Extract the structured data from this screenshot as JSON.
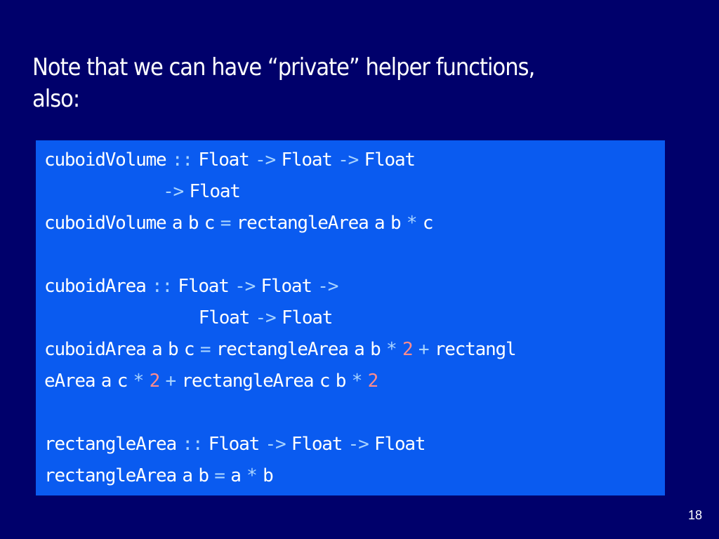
{
  "slide": {
    "title_lines": [
      "Note that we can have “private” helper functions,",
      "also:"
    ],
    "page_number": "18"
  },
  "code": {
    "lines": [
      [
        [
          "id",
          "cuboidVolume"
        ],
        [
          "sp",
          " "
        ],
        [
          "op",
          "::"
        ],
        [
          "sp",
          " "
        ],
        [
          "id",
          "Float"
        ],
        [
          "sp",
          " "
        ],
        [
          "op",
          "->"
        ],
        [
          "sp",
          " "
        ],
        [
          "id",
          "Float"
        ],
        [
          "sp",
          " "
        ],
        [
          "op",
          "->"
        ],
        [
          "sp",
          " "
        ],
        [
          "id",
          "Float"
        ]
      ],
      [
        [
          "sp",
          "                    "
        ],
        [
          "op",
          "->"
        ],
        [
          "sp",
          " "
        ],
        [
          "id",
          "Float"
        ]
      ],
      [
        [
          "id",
          "cuboidVolume"
        ],
        [
          "sp",
          " "
        ],
        [
          "id",
          "a"
        ],
        [
          "sp",
          " "
        ],
        [
          "id",
          "b"
        ],
        [
          "sp",
          " "
        ],
        [
          "id",
          "c"
        ],
        [
          "sp",
          " "
        ],
        [
          "op",
          "="
        ],
        [
          "sp",
          " "
        ],
        [
          "id",
          "rectangleArea"
        ],
        [
          "sp",
          " "
        ],
        [
          "id",
          "a"
        ],
        [
          "sp",
          " "
        ],
        [
          "id",
          "b"
        ],
        [
          "sp",
          " "
        ],
        [
          "op",
          "*"
        ],
        [
          "sp",
          " "
        ],
        [
          "id",
          "c"
        ]
      ],
      [],
      [
        [
          "id",
          "cuboidArea"
        ],
        [
          "sp",
          " "
        ],
        [
          "op",
          "::"
        ],
        [
          "sp",
          " "
        ],
        [
          "id",
          "Float"
        ],
        [
          "sp",
          " "
        ],
        [
          "op",
          "->"
        ],
        [
          "sp",
          " "
        ],
        [
          "id",
          "Float"
        ],
        [
          "sp",
          " "
        ],
        [
          "op",
          "->"
        ]
      ],
      [
        [
          "sp",
          "                          "
        ],
        [
          "id",
          "Float"
        ],
        [
          "sp",
          " "
        ],
        [
          "op",
          "->"
        ],
        [
          "sp",
          " "
        ],
        [
          "id",
          "Float"
        ]
      ],
      [
        [
          "id",
          "cuboidArea"
        ],
        [
          "sp",
          " "
        ],
        [
          "id",
          "a"
        ],
        [
          "sp",
          " "
        ],
        [
          "id",
          "b"
        ],
        [
          "sp",
          " "
        ],
        [
          "id",
          "c"
        ],
        [
          "sp",
          " "
        ],
        [
          "op",
          "="
        ],
        [
          "sp",
          " "
        ],
        [
          "id",
          "rectangleArea"
        ],
        [
          "sp",
          " "
        ],
        [
          "id",
          "a"
        ],
        [
          "sp",
          " "
        ],
        [
          "id",
          "b"
        ],
        [
          "sp",
          " "
        ],
        [
          "op",
          "*"
        ],
        [
          "sp",
          " "
        ],
        [
          "num",
          "2"
        ],
        [
          "sp",
          " "
        ],
        [
          "op",
          "+"
        ],
        [
          "sp",
          " "
        ],
        [
          "id",
          "rectangl"
        ]
      ],
      [
        [
          "id",
          "eArea"
        ],
        [
          "sp",
          " "
        ],
        [
          "id",
          "a"
        ],
        [
          "sp",
          " "
        ],
        [
          "id",
          "c"
        ],
        [
          "sp",
          " "
        ],
        [
          "op",
          "*"
        ],
        [
          "sp",
          " "
        ],
        [
          "num",
          "2"
        ],
        [
          "sp",
          " "
        ],
        [
          "op",
          "+"
        ],
        [
          "sp",
          " "
        ],
        [
          "id",
          "rectangleArea"
        ],
        [
          "sp",
          " "
        ],
        [
          "id",
          "c"
        ],
        [
          "sp",
          " "
        ],
        [
          "id",
          "b"
        ],
        [
          "sp",
          " "
        ],
        [
          "op",
          "*"
        ],
        [
          "sp",
          " "
        ],
        [
          "num",
          "2"
        ]
      ],
      [],
      [
        [
          "id",
          "rectangleArea"
        ],
        [
          "sp",
          " "
        ],
        [
          "op",
          "::"
        ],
        [
          "sp",
          " "
        ],
        [
          "id",
          "Float"
        ],
        [
          "sp",
          " "
        ],
        [
          "op",
          "->"
        ],
        [
          "sp",
          " "
        ],
        [
          "id",
          "Float"
        ],
        [
          "sp",
          " "
        ],
        [
          "op",
          "->"
        ],
        [
          "sp",
          " "
        ],
        [
          "id",
          "Float"
        ]
      ],
      [
        [
          "id",
          "rectangleArea"
        ],
        [
          "sp",
          " "
        ],
        [
          "id",
          "a"
        ],
        [
          "sp",
          " "
        ],
        [
          "id",
          "b"
        ],
        [
          "sp",
          " "
        ],
        [
          "op",
          "="
        ],
        [
          "sp",
          " "
        ],
        [
          "id",
          "a"
        ],
        [
          "sp",
          " "
        ],
        [
          "op",
          "*"
        ],
        [
          "sp",
          " "
        ],
        [
          "id",
          "b"
        ]
      ]
    ]
  }
}
